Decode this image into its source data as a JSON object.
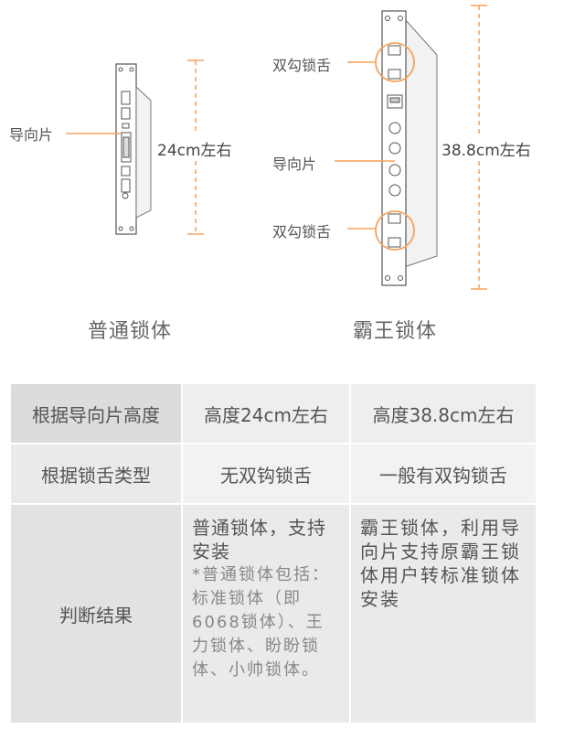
{
  "diagram": {
    "left_lock": {
      "guide_label": "导向片",
      "dimension": "24cm左右",
      "caption": "普通锁体"
    },
    "right_lock": {
      "hook_label_top": "双勾锁舌",
      "guide_label": "导向片",
      "hook_label_bottom": "双勾锁舌",
      "dimension": "38.8cm左右",
      "caption": "霸王锁体"
    },
    "accent_color": "#f5a25d"
  },
  "table": {
    "rows": [
      {
        "header": "根据导向片高度",
        "col1": "高度24cm左右",
        "col2": "高度38.8cm左右"
      },
      {
        "header": "根据锁舌类型",
        "col1": "无双钩锁舌",
        "col2": "一般有双钩锁舌"
      },
      {
        "header": "判断结果",
        "col1": "普通锁体，支持安装",
        "col1_note": "*普通锁体包括：标准锁体（即6068锁体）、王力锁体、盼盼锁体、小帅锁体。",
        "col2": "霸王锁体，利用导向片支持原霸王锁体用户转标准锁体安装"
      }
    ]
  }
}
